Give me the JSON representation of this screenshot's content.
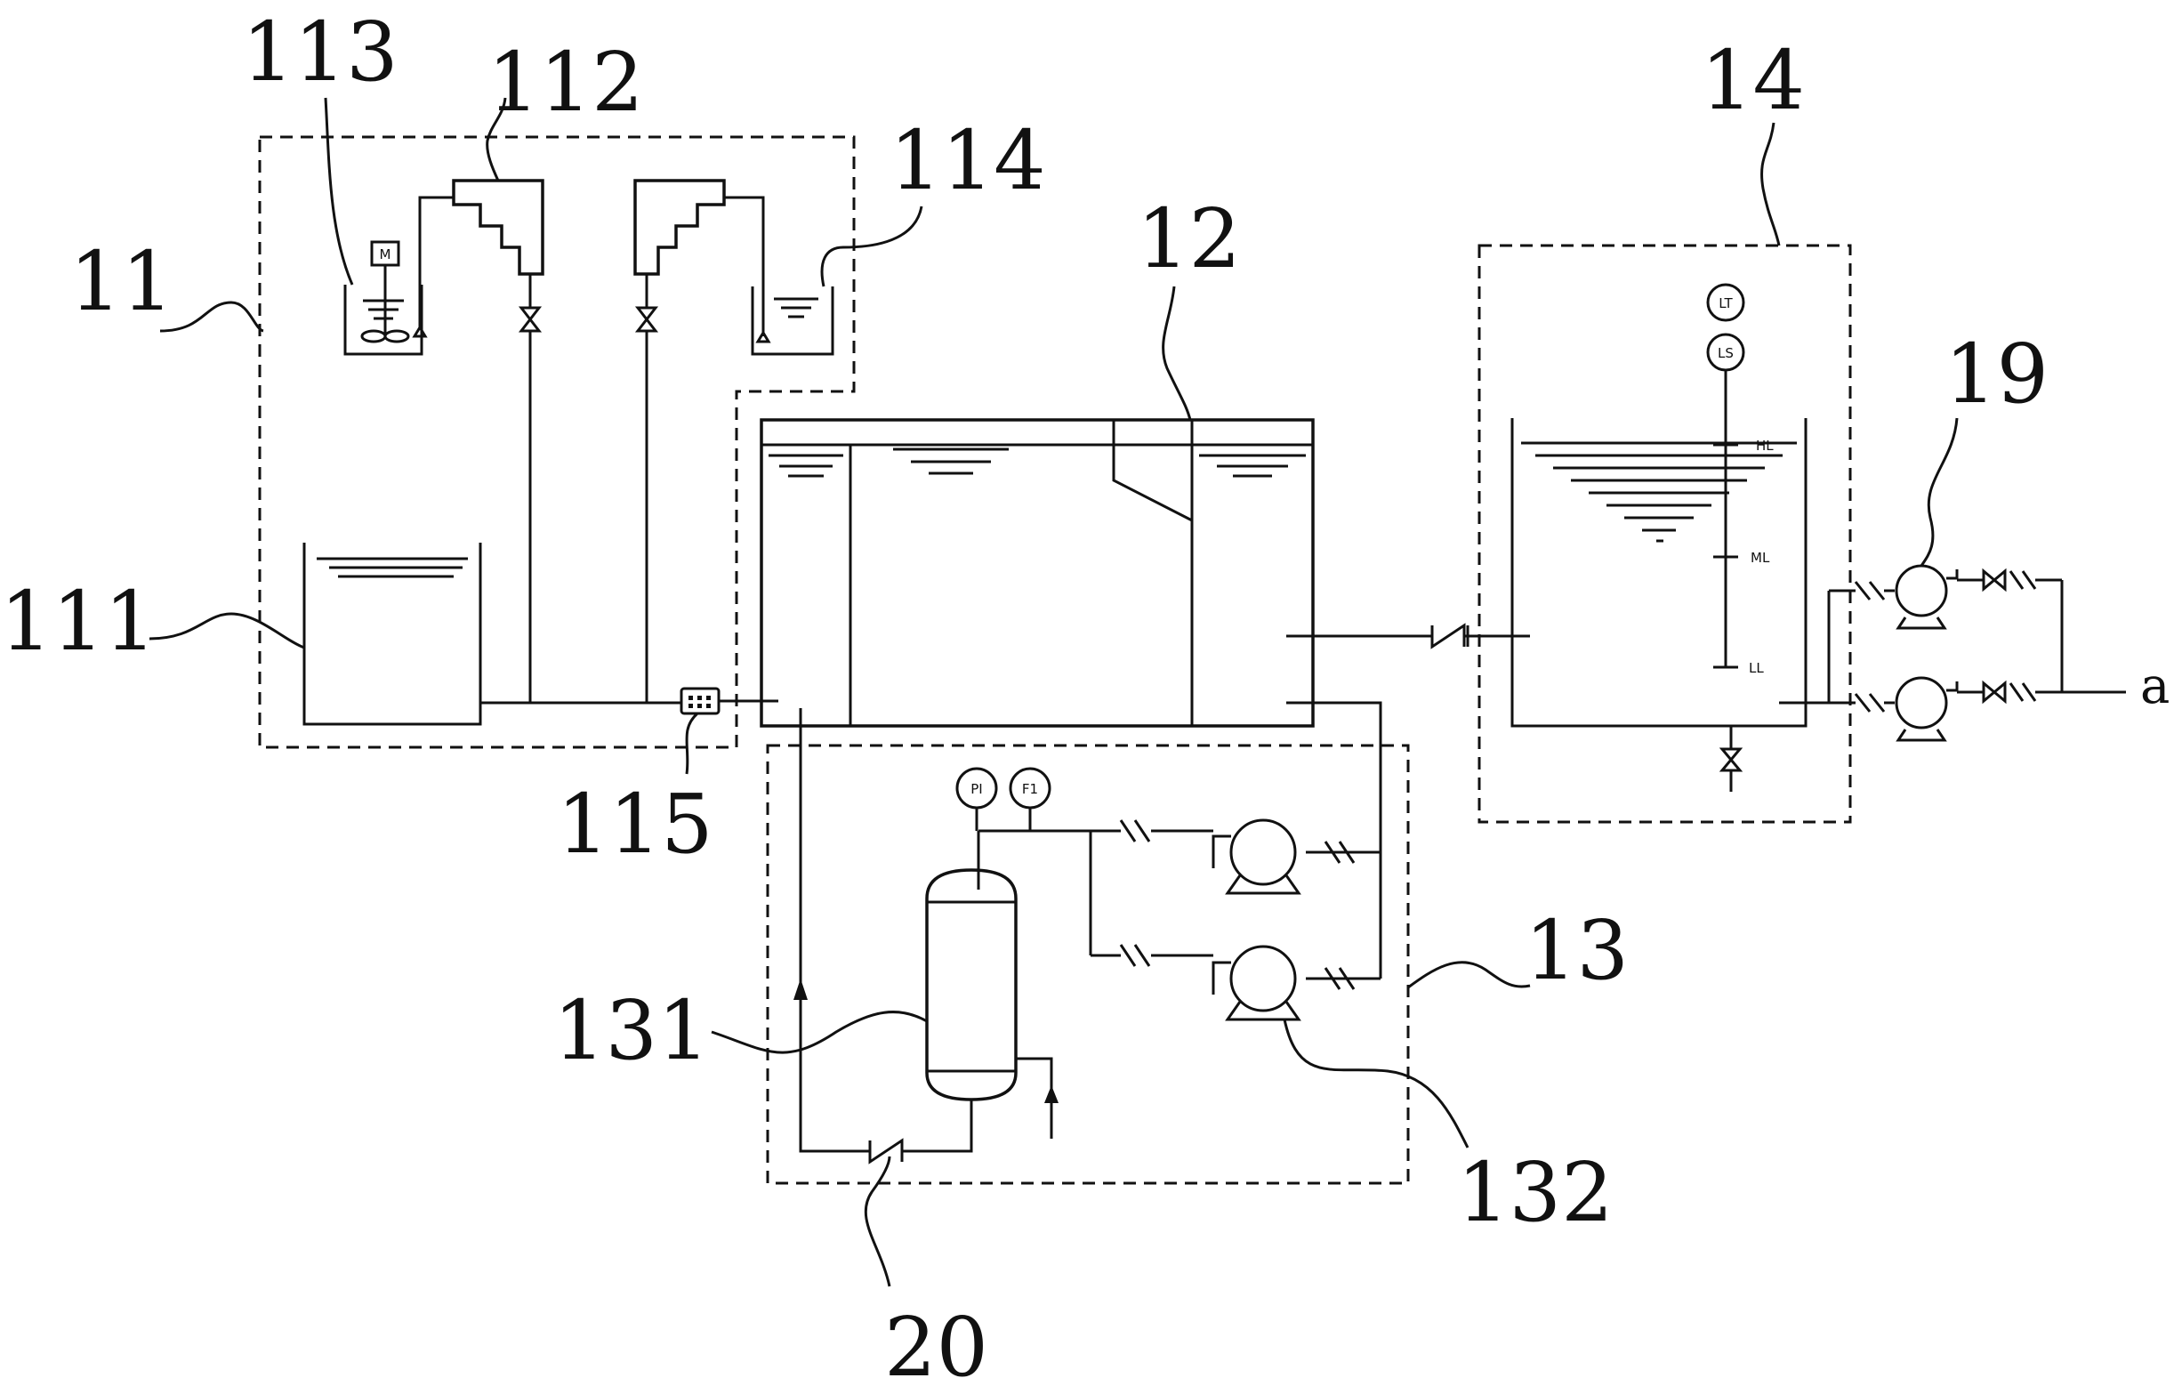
{
  "diagram": {
    "reference_numbers": {
      "r11": "11",
      "r111": "111",
      "r112": "112",
      "r113": "113",
      "r114": "114",
      "r115": "115",
      "r12": "12",
      "r13": "13",
      "r131": "131",
      "r132": "132",
      "r14": "14",
      "r19": "19",
      "r20": "20",
      "outlet": "a"
    },
    "instrument_tags": {
      "pi": "PI",
      "fi": "F1",
      "lt": "LT",
      "ls": "LS",
      "hl": "HL",
      "ml": "ML",
      "ll": "LL",
      "motor": "M"
    }
  }
}
